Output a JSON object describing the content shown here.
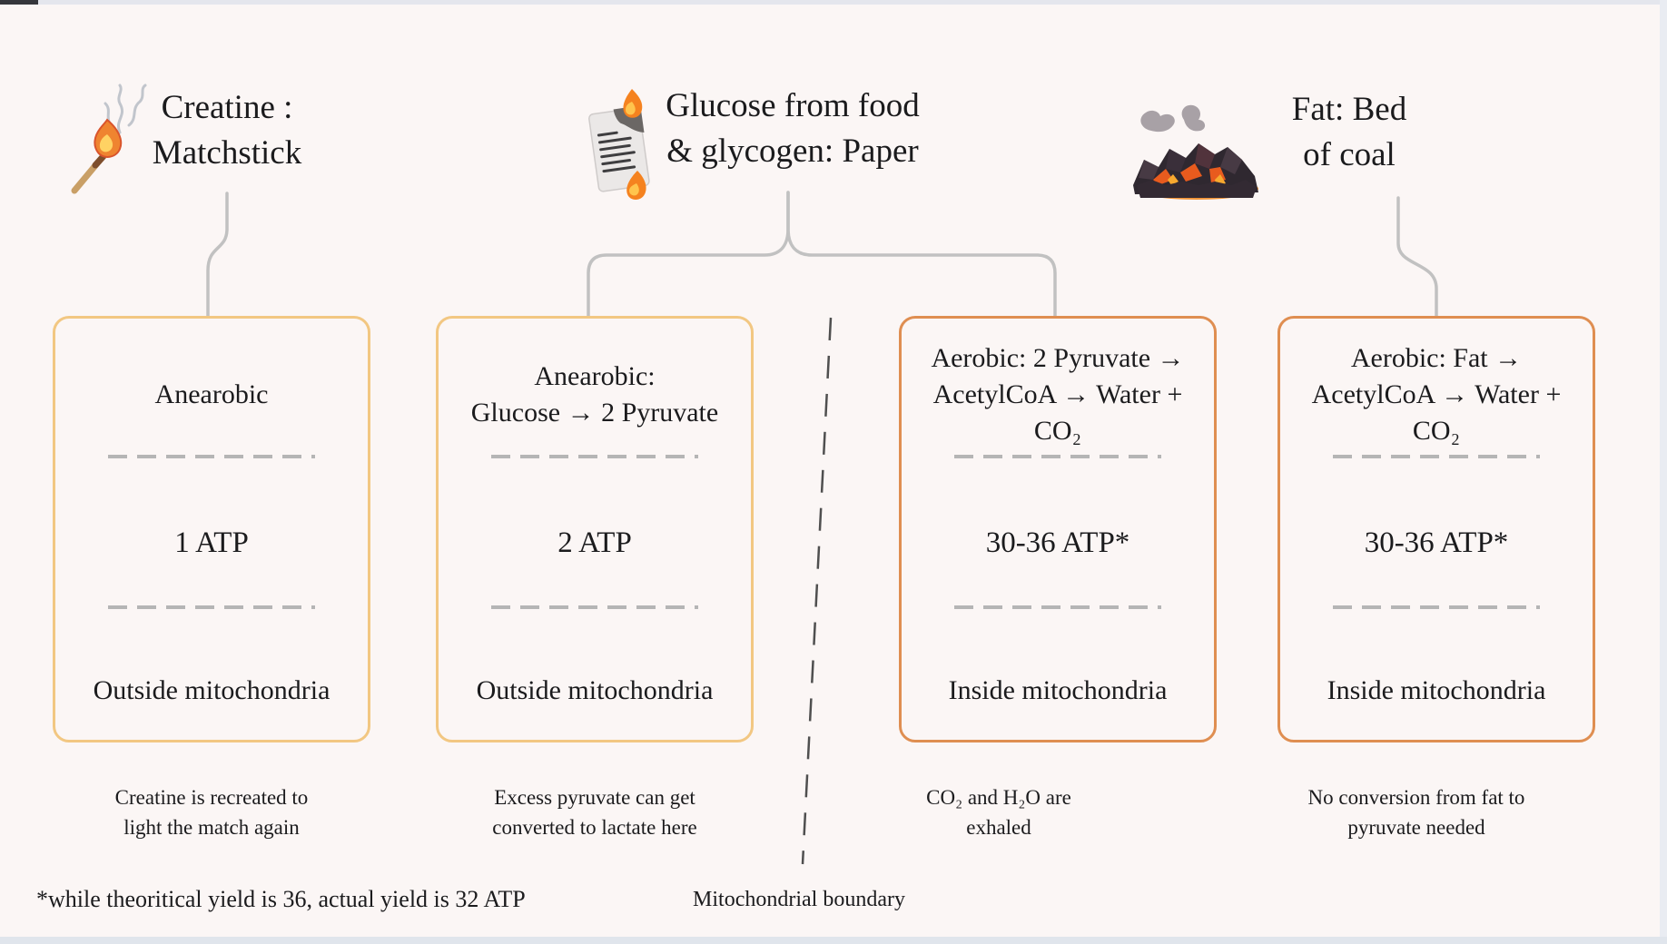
{
  "page": {
    "background_color": "#FBF6F5",
    "top_edge_color": "#E4E6ED",
    "bottom_edge_color": "#E0E5EC",
    "right_edge_color": "#E9ECF2",
    "text_color": "#1B1B1D",
    "connector_color": "#C1C1C1",
    "divider_dash_color": "#B5B5B5",
    "boundary_line_color": "#4F4F4F",
    "amber_border_color": "#F2C782",
    "orange_border_color": "#DF8E51"
  },
  "columns": [
    {
      "id": "creatine",
      "icon": "burning-matchstick-icon",
      "title_lines": [
        "Creatine :",
        "Matchstick"
      ]
    },
    {
      "id": "glucose",
      "icon": "burning-paper-icon",
      "title_lines": [
        "Glucose from food",
        "& glycogen: Paper"
      ]
    },
    {
      "id": "fat",
      "icon": "burning-coal-icon",
      "title_lines": [
        "Fat: Bed",
        "of coal"
      ]
    }
  ],
  "boxes": [
    {
      "border": "amber",
      "heading_lines": [
        "Anearobic"
      ],
      "atp": "1 ATP",
      "location": "Outside mitochondria",
      "caption_lines": [
        "Creatine is recreated to",
        "light the match again"
      ]
    },
    {
      "border": "amber",
      "heading_lines": [
        "Anearobic:",
        "Glucose → 2 Pyruvate"
      ],
      "atp": "2 ATP",
      "location": "Outside mitochondria",
      "caption_lines": [
        "Excess pyruvate can get",
        "converted to lactate here"
      ]
    },
    {
      "border": "orange",
      "heading_lines": [
        "Aerobic: 2 Pyruvate →",
        "AcetylCoA → Water +",
        "CO₂"
      ],
      "atp": "30-36 ATP*",
      "location": "Inside mitochondria",
      "caption_lines": [
        "CO₂ and H₂O are",
        "exhaled"
      ]
    },
    {
      "border": "orange",
      "heading_lines": [
        "Aerobic: Fat →",
        "AcetylCoA → Water +",
        "CO₂"
      ],
      "atp": "30-36 ATP*",
      "location": "Inside mitochondria",
      "caption_lines": [
        "No conversion from fat to",
        "pyruvate needed"
      ]
    }
  ],
  "footnote": "*while theoritical yield is 36, actual yield is 32 ATP",
  "boundary_label": "Mitochondrial boundary"
}
